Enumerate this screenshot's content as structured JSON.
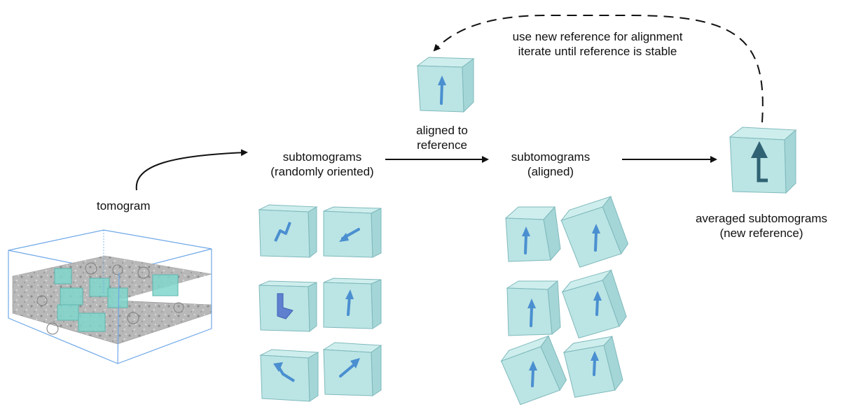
{
  "labels": {
    "tomogram": "tomogram",
    "subtomograms_random_line1": "subtomograms",
    "subtomograms_random_line2": "(randomly oriented)",
    "aligned_to_reference_line1": "aligned to",
    "aligned_to_reference_line2": "reference",
    "subtomograms_aligned_line1": "subtomograms",
    "subtomograms_aligned_line2": "(aligned)",
    "averaged_line1": "averaged subtomograms",
    "averaged_line2": "(new reference)",
    "iterate_line1": "use new reference for alignment",
    "iterate_line2": "iterate until reference is stable"
  },
  "colors": {
    "cube_fill": "#a8dcdc",
    "cube_edge": "#7fb9bc",
    "arrow_blue": "#4a8fd0",
    "arrow_dark": "#2f6373",
    "arrow_line": "#111111"
  }
}
